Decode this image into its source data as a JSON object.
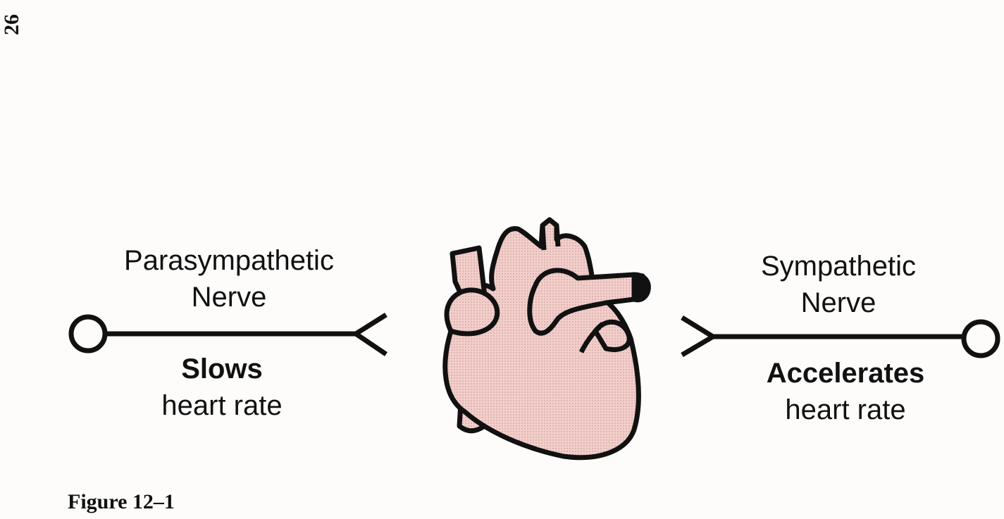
{
  "page_number": "26",
  "parasympathetic": {
    "name_line1": "Parasympathetic",
    "name_line2": "Nerve",
    "effect_strong": "Slows",
    "effect_rest": "heart rate"
  },
  "sympathetic": {
    "name_line1": "Sympathetic",
    "name_line2": "Nerve",
    "effect_strong": "Accelerates",
    "effect_rest": "heart rate"
  },
  "caption": "Figure 12–1",
  "colors": {
    "heart_fill": "#f3cfcb",
    "stroke": "#111111",
    "background": "#fdfcfa"
  },
  "icons": [
    "heart-icon",
    "nerve-ending-circle-icon",
    "synapse-fork-icon"
  ]
}
